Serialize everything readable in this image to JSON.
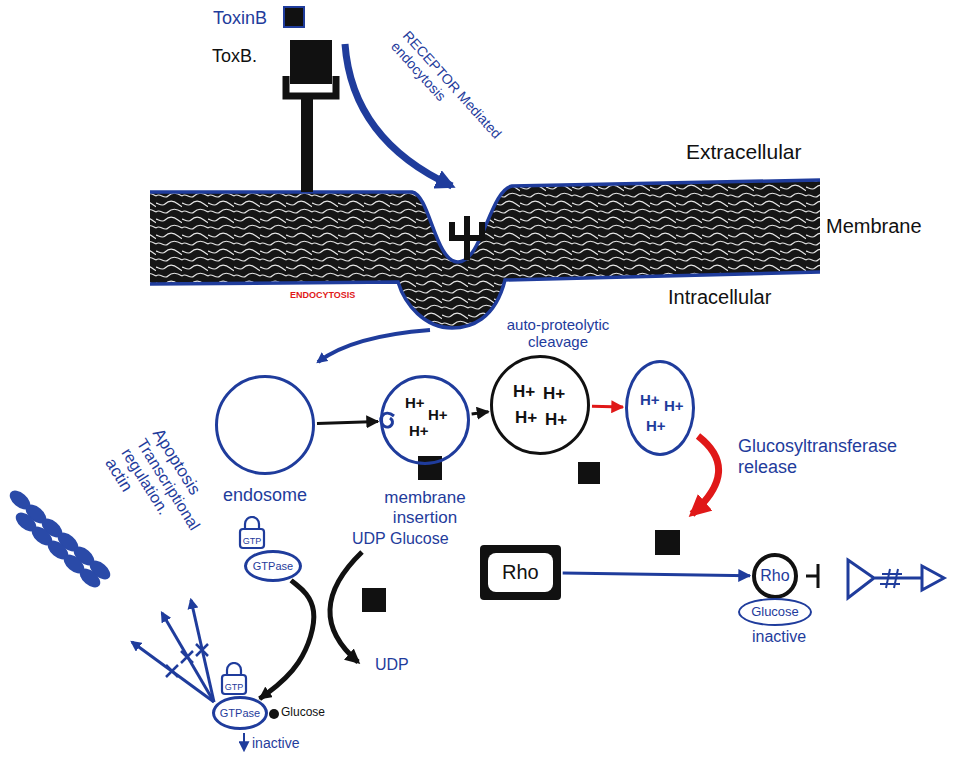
{
  "diagram": {
    "nodes": [
      {
        "text": [
          "ToxinB"
        ]
      },
      {
        "text": [
          "ToxB."
        ]
      },
      {
        "text": [
          "endosome"
        ]
      },
      {
        "text": [
          "H+",
          "H+",
          "H+",
          "membrane insertion"
        ]
      },
      {
        "text": [
          "H+",
          "H+",
          "H+",
          "H+",
          "auto-proteolytic cleavage"
        ]
      },
      {
        "text": [
          "H+",
          "H+",
          "H+"
        ]
      },
      {
        "text": [
          "Rho"
        ]
      },
      {
        "text": [
          "Rho"
        ]
      },
      {
        "text": [
          "Glucose"
        ]
      },
      {
        "text": [
          "GTP"
        ]
      },
      {
        "text": [
          "GTPase"
        ]
      },
      {
        "text": [
          "GTP"
        ]
      },
      {
        "text": [
          "GTPase"
        ]
      }
    ],
    "edges": [
      {
        "from": 2,
        "to": 3,
        "arrow": "to"
      },
      {
        "from": 3,
        "to": 4,
        "arrow": "to"
      },
      {
        "from": 4,
        "to": 5,
        "arrow": "to"
      },
      {
        "from": 6,
        "to": 7,
        "arrow": "to"
      },
      {
        "from": 10,
        "to": 12,
        "arrow": "to"
      }
    ],
    "labels": [
      "Extracellular",
      "Membrane",
      "Intracellular",
      "RECEPTOR Mediated endocytosis",
      "ENDOCYTOSIS",
      "Glucosyltransferase release",
      "Apoptosis",
      "Transcriptional regulation.",
      "actin",
      "UDP Glucose",
      "UDP",
      "Glucose",
      "inactive",
      "inactive"
    ]
  }
}
